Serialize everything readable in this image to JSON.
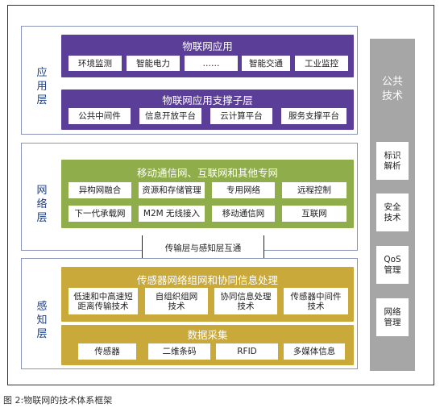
{
  "app_layer": {
    "label": "应\n用\n层",
    "iot_app": {
      "title": "物联网应用",
      "items": [
        "环境监测",
        "智能电力",
        "……",
        "智能交通",
        "工业监控"
      ]
    },
    "support": {
      "title": "物联网应用支撑子层",
      "items": [
        "公共中间件",
        "信息开放平台",
        "云计算平台",
        "服务支撑平台"
      ]
    }
  },
  "net_layer": {
    "label": "网\n络\n层",
    "panel": {
      "title": "移动通信网、互联网和其他专网",
      "rows": [
        [
          "异构网融合",
          "资源和存储管理",
          "专用网络",
          "远程控制"
        ],
        [
          "下一代承载网",
          "M2M 无线接入",
          "移动通信网",
          "互联网"
        ]
      ]
    },
    "bridge": "传输层与感知层互通"
  },
  "sense_layer": {
    "label": "感\n知\n层",
    "sensor_net": {
      "title": "传感器网络组网和协同信息处理",
      "items": [
        "低速和中高速短\n距离传输技术",
        "自组织组网\n技术",
        "协同信息处理\n技术",
        "传感器中间件\n技术"
      ]
    },
    "collect": {
      "title": "数据采集",
      "items": [
        "传感器",
        "二维条码",
        "RFID",
        "多媒体信息"
      ]
    }
  },
  "public_tech": {
    "title": "公共\n技术",
    "items": [
      "标识\n解析",
      "安全\n技术",
      "QoS\n管理",
      "网络\n管理"
    ]
  },
  "caption": "图 2:物联网的技术体系框架",
  "colors": {
    "app": "#5b3e98",
    "net": "#8fad4b",
    "sense": "#c9a93a",
    "public": "#a6a6a6",
    "layer_label": "#1f3f86"
  }
}
